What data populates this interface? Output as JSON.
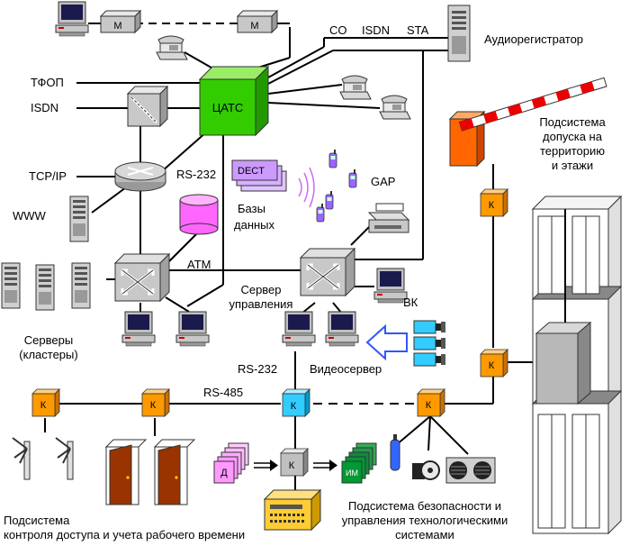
{
  "nodes": {
    "modem": "М",
    "pbx": "ЦАТС",
    "dect": "DECT",
    "controller": "К",
    "display": "Д",
    "actuators": "ИМ"
  },
  "labels": {
    "pstn": "ТФОП",
    "isdn_left": "ISDN",
    "tcpip": "TCP/IP",
    "www": "WWW",
    "rs232_top": "RS-232",
    "co": "CO",
    "isdn_top": "ISDN",
    "sta": "STA",
    "audio_recorder": "Аудиорегистратор",
    "databases": [
      "Базы",
      "данных"
    ],
    "gap": "GAP",
    "atm": "ATM",
    "servers": [
      "Серверы",
      "(кластеры)"
    ],
    "mgmt_server": [
      "Сервер",
      "управления"
    ],
    "vk": "ВК",
    "rs232_bottom": "RS-232",
    "video_server": "Видеосервер",
    "rs485": "RS-485",
    "access_subsystem": [
      "Подсистема",
      "допуска на",
      "территорию",
      "и этажи"
    ],
    "time_subsystem": [
      "Подсистема",
      "контроля доступа и учета рабочего времени"
    ],
    "security_subsystem": [
      "Подсистема безопасности и",
      "управления технологическими",
      "системами"
    ]
  },
  "colors": {
    "pbx": "#33cc00",
    "controller": "#ff9900",
    "controller_blue": "#33ccff",
    "dect": "#cc99ff",
    "database": "#ff66ff",
    "camera": "#33ccff",
    "door": "#993300",
    "barrier": "#ff6600",
    "display": "#ff99ff",
    "actuator": "#009933",
    "panel": "#ffcc33"
  }
}
